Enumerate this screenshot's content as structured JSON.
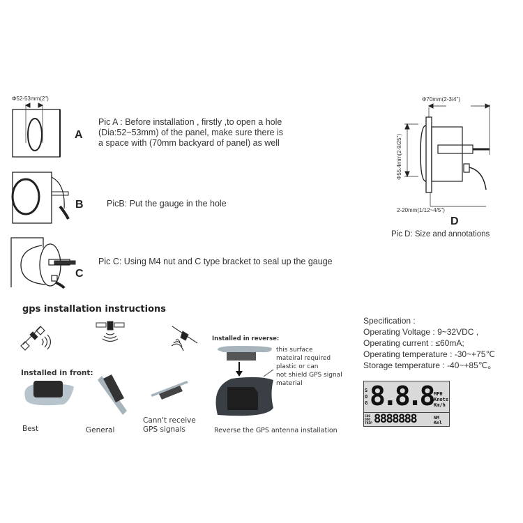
{
  "steps": [
    {
      "letter": "A",
      "dimension": "Φ52-53mm(2\")",
      "text": [
        "Pic A : Before installation , firstly ,to open a hole",
        "(Dia:52~53mm) of the panel, make sure there is",
        "a space with (70mm backyard of panel)  as well"
      ]
    },
    {
      "letter": "B",
      "text": [
        "PicB: Put the gauge in the hole"
      ]
    },
    {
      "letter": "C",
      "text": [
        "Pic C: Using M4 nut and C type bracket to seal up the gauge"
      ]
    }
  ],
  "pic_d": {
    "letter": "D",
    "depth": "Φ70mm(2-3/4\")",
    "diameter": "Φ55.4mm(2-9/25\")",
    "panel": "2-20mm(1/12~4/5\")",
    "caption": "Pic D: Size and annotations"
  },
  "gps": {
    "title": "gps installation instructions",
    "front_label": "Installed in front:",
    "reverse_label": "Installed in  reverse:",
    "surface_note": [
      "this surface",
      "mateiral required",
      "plastic or can",
      "not shield GPS signal",
      "material"
    ],
    "captions": {
      "best": "Best",
      "general": "General",
      "cannot": [
        "Cann't receive",
        "GPS signals"
      ],
      "reverse": "Reverse the GPS antenna installation"
    }
  },
  "spec": {
    "title": "Specification :",
    "lines": [
      "Operating Voltage : 9~32VDC ,",
      "Operating current :  ≤60mA;",
      "Operating temperature : -30~+75℃",
      "Storage temperature : -40~+85℃。"
    ]
  },
  "lcd": {
    "left_labels": [
      "S",
      "O",
      "G"
    ],
    "digits": "8.8.8",
    "units": [
      "MPH",
      "Knots",
      "Km/h"
    ],
    "lower_labels": [
      "COG",
      "ODO",
      "TRIP"
    ],
    "lower_digits": "8888888",
    "lower_units": [
      "NM",
      "Kml"
    ]
  }
}
